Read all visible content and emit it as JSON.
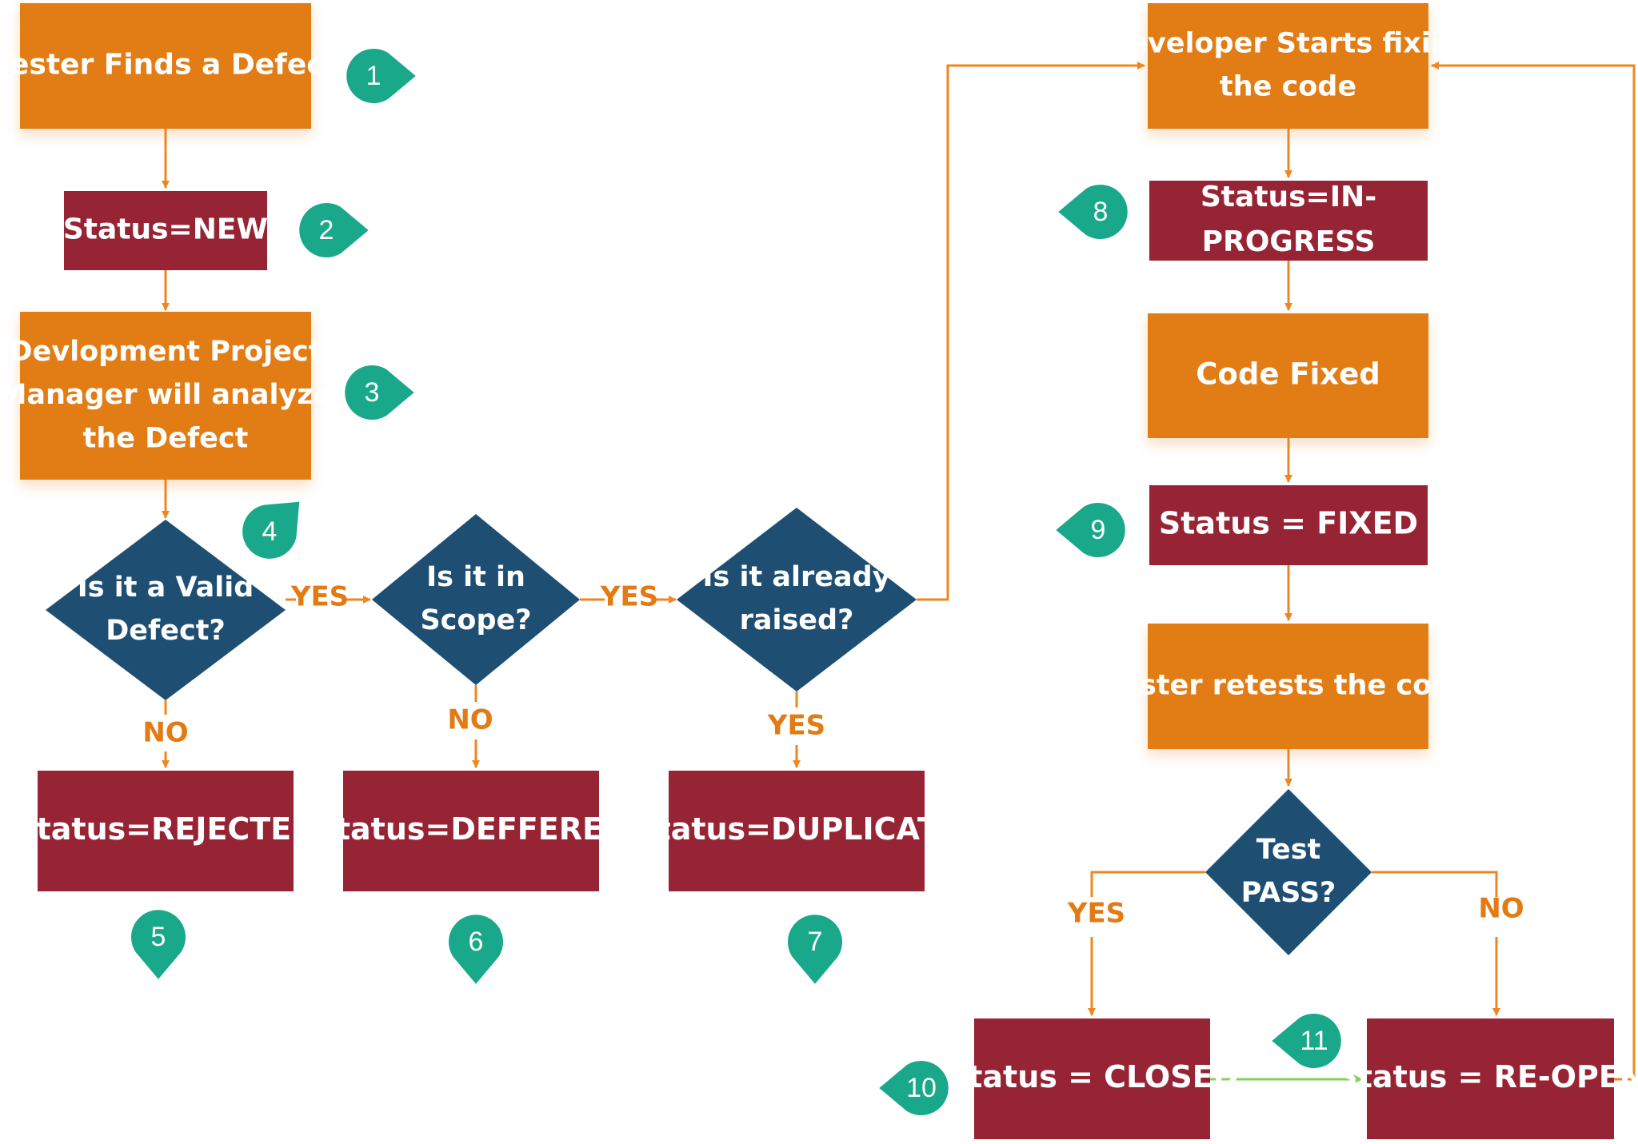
{
  "colors": {
    "process": "#e27d16",
    "status": "#962434",
    "decision": "#1e4f73",
    "badge": "#19a88a",
    "arrow": "#ee8722",
    "green_arrow": "#86cf5e",
    "text": "#ffffff"
  },
  "nodes": {
    "tester_finds": [
      "Tester Finds a Defect"
    ],
    "status_new": [
      "Status=NEW"
    ],
    "pm_analyze": [
      "Devlopment Project",
      "Manager will analyze",
      "the Defect"
    ],
    "is_valid": [
      "Is it a Valid",
      "Defect?"
    ],
    "in_scope": [
      "Is it in",
      "Scope?"
    ],
    "already_raised": [
      "Is it already",
      "raised?"
    ],
    "status_rejected": [
      "Status=REJECTED"
    ],
    "status_deffered": [
      "Status=DEFFERED"
    ],
    "status_duplicate": [
      "Status=DUPLICATE"
    ],
    "dev_starts": [
      "Developer Starts fixing",
      "the code"
    ],
    "status_inprogress": [
      "Status=IN-",
      "PROGRESS"
    ],
    "code_fixed": [
      "Code Fixed"
    ],
    "status_fixed": [
      "Status = FIXED"
    ],
    "tester_retests": [
      "Tester retests the code"
    ],
    "test_pass": [
      "Test",
      "PASS?"
    ],
    "status_closed": [
      "Status = CLOSED"
    ],
    "status_reopen": [
      "Status = RE-OPEN"
    ]
  },
  "edge_labels": {
    "valid_yes": "YES",
    "valid_no": "NO",
    "scope_yes": "YES",
    "scope_no": "NO",
    "raised_yes": "YES",
    "pass_yes": "YES",
    "pass_no": "NO"
  },
  "badges": {
    "b1": "1",
    "b2": "2",
    "b3": "3",
    "b4": "4",
    "b5": "5",
    "b6": "6",
    "b7": "7",
    "b8": "8",
    "b9": "9",
    "b10": "10",
    "b11": "11"
  }
}
